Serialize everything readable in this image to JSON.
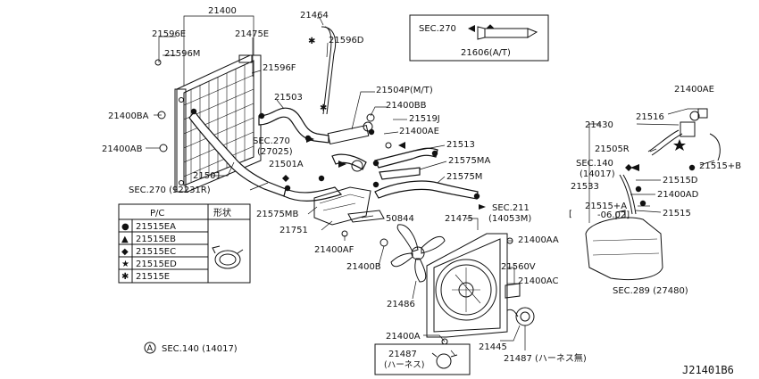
{
  "labels": {
    "p21400": "21400",
    "p21464": "21464",
    "p21596E": "21596E",
    "p21596M": "21596M",
    "p21475E": "21475E",
    "p21596D": "21596D",
    "p21596F": "21596F",
    "p21503": "21503",
    "p21504P": "21504P(M/T)",
    "p21400BB": "21400BB",
    "p21519J": "21519J",
    "p21400BA": "21400BA",
    "p21400AE_mid": "21400AE",
    "p21400AB": "21400AB",
    "sec270_27025_a": "SEC.270",
    "sec270_27025_b": "(27025)",
    "p21501A": "21501A",
    "p21513": "21513",
    "p21575MA": "21575MA",
    "p21501": "21501",
    "p21575M": "21575M",
    "sec270_92231R": "SEC.270 (92231R)",
    "p21575MB": "21575MB",
    "p50844": "50844",
    "sec211_a": "SEC.211",
    "sec211_b": "(14053M)",
    "p21751": "21751",
    "p21475": "21475",
    "p21400AF": "21400AF",
    "p21400AA": "21400AA",
    "p21400B": "21400B",
    "p21560V": "21560V",
    "p21400AC": "21400AC",
    "p21486": "21486",
    "p21400A": "21400A",
    "p21445": "21445",
    "p21487_a": "21487",
    "p21487_a_sub": "(ハーネス)",
    "p21487_b": "21487 (ハーネス無)",
    "sec140_note": "SEC.140 (14017)",
    "circle_a": "A",
    "sec270_inset": "SEC.270",
    "p21606": "21606(A/T)",
    "p21400AE_right": "21400AE",
    "p21430": "21430",
    "p21516": "21516",
    "p21505R": "21505R",
    "sec140_right_a": "SEC.140",
    "sec140_right_b": "(14017)",
    "p21515B": "21515+B",
    "p21515D": "21515D",
    "p21533": "21533",
    "p21400AD": "21400AD",
    "p21515A_a": "21515+A",
    "p21515A_b": "-06.02]",
    "bracket_open": "[",
    "p21515": "21515",
    "sec289": "SEC.289 (27480)",
    "diagram_code": "J21401B6"
  },
  "table": {
    "header_pc": "P/C",
    "header_shape": "形状",
    "rows": [
      {
        "symbol": "●",
        "code": "21515EA"
      },
      {
        "symbol": "▲",
        "code": "21515EB"
      },
      {
        "symbol": "◆",
        "code": "21515EC"
      },
      {
        "symbol": "★",
        "code": "21515ED"
      },
      {
        "symbol": "✱",
        "code": "21515E"
      }
    ]
  }
}
